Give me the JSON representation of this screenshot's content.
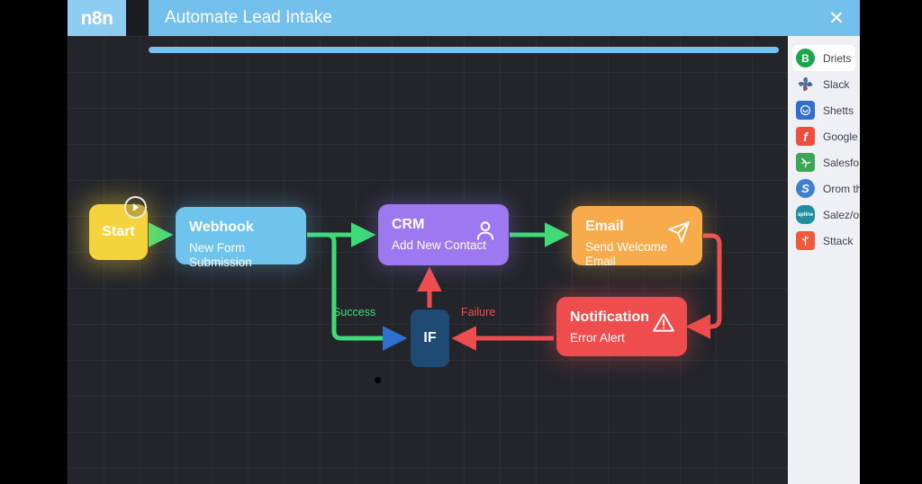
{
  "header": {
    "logo_text": "n8n",
    "logo_icon": "sparkle-icon",
    "title": "Automate Lead Intake",
    "close_label": "✕",
    "bg_color": "#74c0ed"
  },
  "canvas": {
    "bg_color": "#23252b",
    "grid": true,
    "progress_bar_color": "#74c0ed"
  },
  "nodes": [
    {
      "id": "start",
      "title": "Start",
      "subtitle": "",
      "color": "#f5d33d",
      "icon": ""
    },
    {
      "id": "webhook",
      "title": "Webhook",
      "subtitle": "New Form Submission",
      "color": "#6fc4ee",
      "icon": ""
    },
    {
      "id": "crm",
      "title": "CRM",
      "subtitle": "Add New Contact",
      "color": "#9e78f0",
      "icon": "user-icon"
    },
    {
      "id": "email",
      "title": "Email",
      "subtitle": "Send Welcome Email",
      "color": "#f7ab4a",
      "icon": "paper-plane-icon"
    },
    {
      "id": "notification",
      "title": "Notification",
      "subtitle": "Error Alert",
      "color": "#ef4d4d",
      "icon": "warning-triangle-icon"
    },
    {
      "id": "if",
      "title": "IF",
      "subtitle": "",
      "color": "#1f4a73",
      "icon": ""
    }
  ],
  "edges": {
    "success_label": "Success",
    "failure_label": "Failure",
    "success_color": "#3ddc78",
    "failure_color": "#ef4d4d"
  },
  "start_badge": {
    "icon": "play-icon"
  },
  "sidebar": {
    "items": [
      {
        "label": "Driets",
        "icon": "drive-icon",
        "icon_color": "#1aa64b",
        "active": true
      },
      {
        "label": "Slack",
        "icon": "slack-icon",
        "icon_color": "#4a6fa5",
        "active": false
      },
      {
        "label": "Shetts",
        "icon": "sheets-icon",
        "icon_color": "#2f6fd0",
        "active": false
      },
      {
        "label": "Google",
        "icon": "facebook-icon",
        "icon_color": "#ef4d3d",
        "active": false
      },
      {
        "label": "Salesfo",
        "icon": "salesforce-icon",
        "icon_color": "#3aa757",
        "active": false
      },
      {
        "label": "Orom th",
        "icon": "stripe-icon",
        "icon_color": "#3f7fd0",
        "active": false
      },
      {
        "label": "Salez/or",
        "icon": "spline-icon",
        "icon_color": "#1f8fa0",
        "active": false
      },
      {
        "label": "Sttack",
        "icon": "stack-icon",
        "icon_color": "#ef5a3d",
        "active": false
      }
    ]
  }
}
